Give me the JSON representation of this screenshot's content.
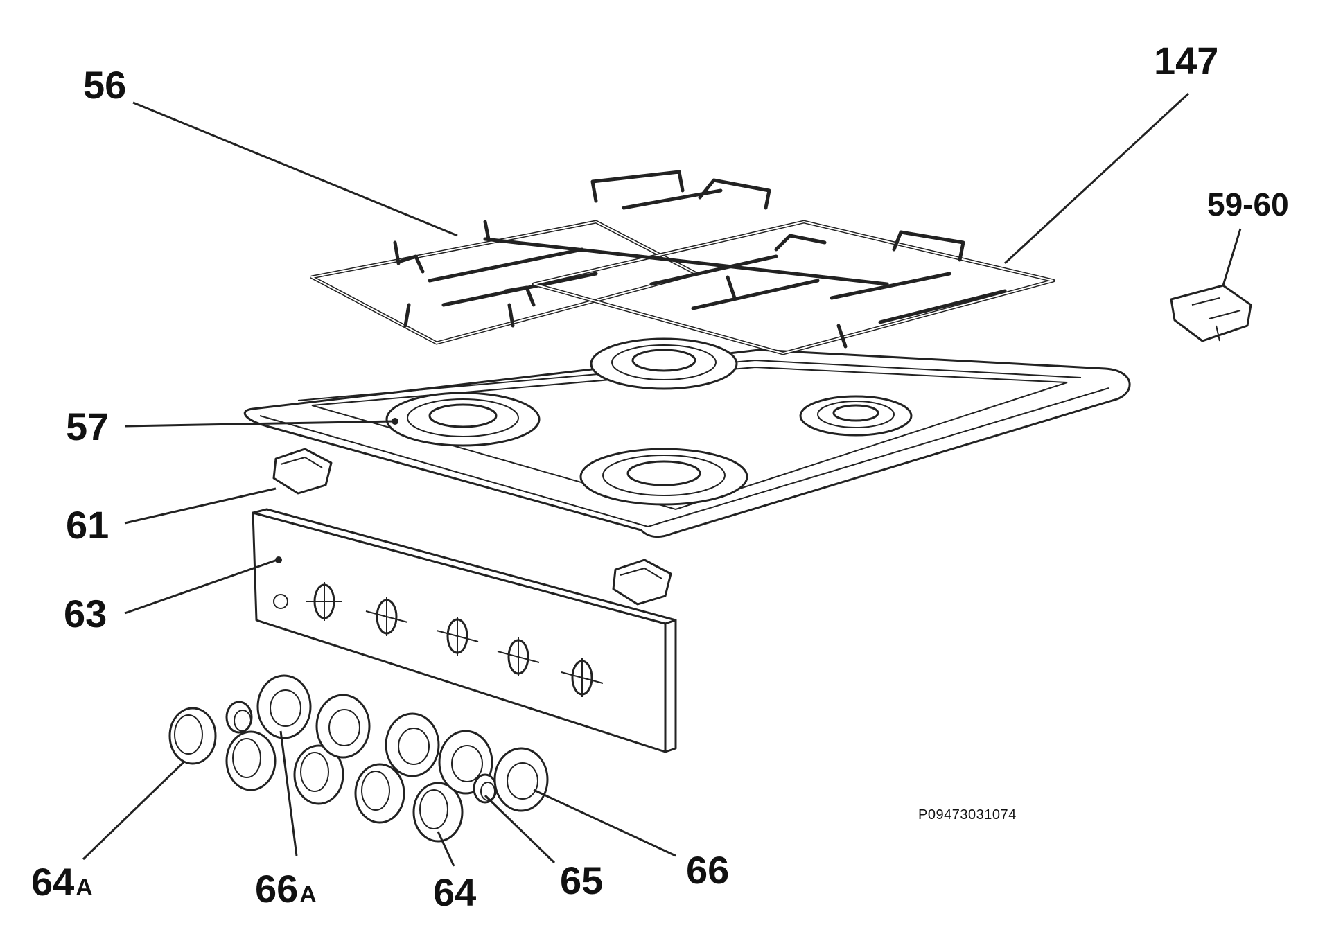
{
  "diagram": {
    "drawing_code": "P09473031074",
    "callouts": [
      {
        "id": "56",
        "text": "56",
        "suffix": ""
      },
      {
        "id": "147",
        "text": "147",
        "suffix": ""
      },
      {
        "id": "59-60",
        "text": "59-60",
        "suffix": ""
      },
      {
        "id": "57",
        "text": "57",
        "suffix": ""
      },
      {
        "id": "61",
        "text": "61",
        "suffix": ""
      },
      {
        "id": "63",
        "text": "63",
        "suffix": ""
      },
      {
        "id": "64A",
        "text": "64",
        "suffix": "A"
      },
      {
        "id": "66A",
        "text": "66",
        "suffix": "A"
      },
      {
        "id": "64",
        "text": "64",
        "suffix": ""
      },
      {
        "id": "65",
        "text": "65",
        "suffix": ""
      },
      {
        "id": "66",
        "text": "66",
        "suffix": ""
      }
    ]
  },
  "colors": {
    "ink": "#222222",
    "background": "#ffffff"
  }
}
